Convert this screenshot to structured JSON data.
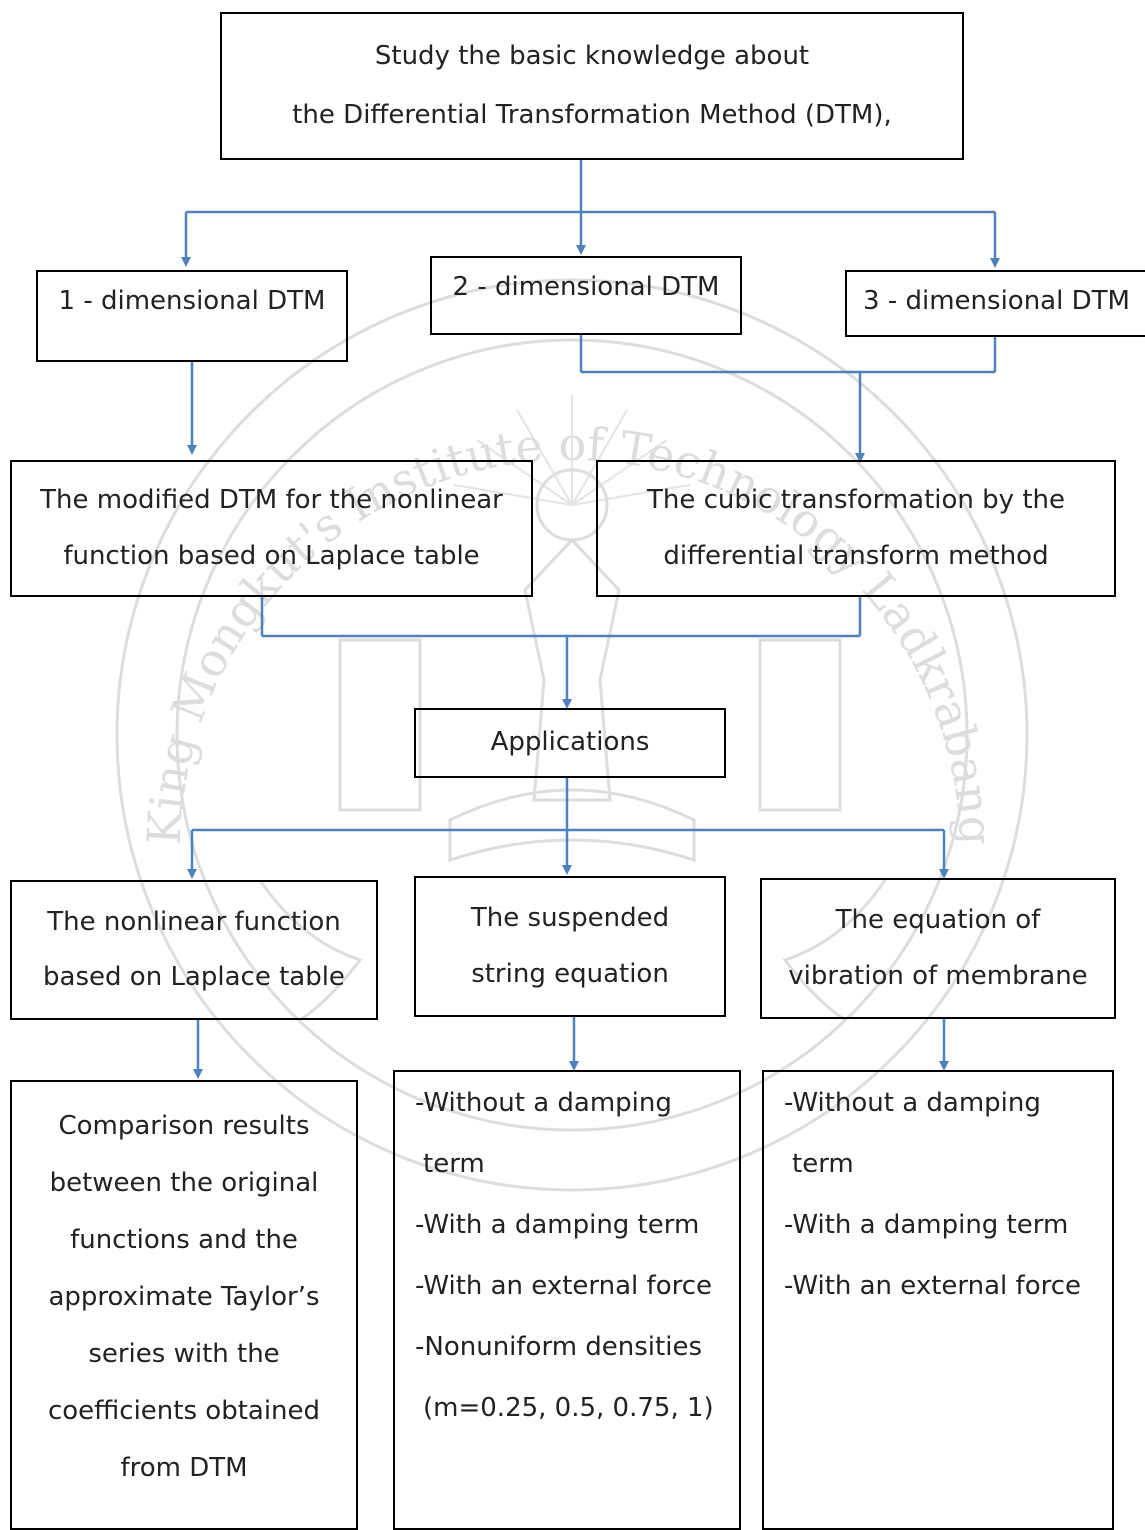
{
  "diagram": {
    "top": {
      "line1": "Study the basic knowledge about",
      "line2": "the Differential Transformation Method (DTM),"
    },
    "dims": {
      "d1": "1 - dimensional DTM",
      "d2": "2 - dimensional DTM",
      "d3": "3 - dimensional DTM"
    },
    "modified": {
      "line1": "The modified DTM for the nonlinear",
      "line2": "function based on Laplace table"
    },
    "cubic": {
      "line1": "The cubic transformation by the",
      "line2": "differential transform method"
    },
    "applications": "Applications",
    "nonlinear": {
      "line1": "The nonlinear function",
      "line2": "based on Laplace table"
    },
    "suspended": {
      "line1": "The suspended",
      "line2": "string equation"
    },
    "membrane": {
      "line1": "The equation of",
      "line2": "vibration of membrane"
    },
    "comparison": [
      "Comparison results",
      "between the original",
      "functions and the",
      "approximate Taylor’s",
      "series with the",
      "coefficients obtained",
      "from DTM"
    ],
    "string_list": [
      "-Without a damping",
      "term",
      "-With a damping term",
      "-With an external force",
      "-Nonuniform densities",
      "(m=0.25, 0.5, 0.75, 1)"
    ],
    "membrane_list": [
      "-Without a damping",
      "term",
      "-With a damping term",
      "-With an external force"
    ]
  },
  "watermark": {
    "text_king": "King",
    "text_mongkut": "Mongkut's",
    "text_institute": "Institute of Technology",
    "text_ladkrabang": "Ladkrabang"
  },
  "colors": {
    "connector": "#4f81bd",
    "box_border": "#000000",
    "watermark": "#d9d9d9"
  }
}
